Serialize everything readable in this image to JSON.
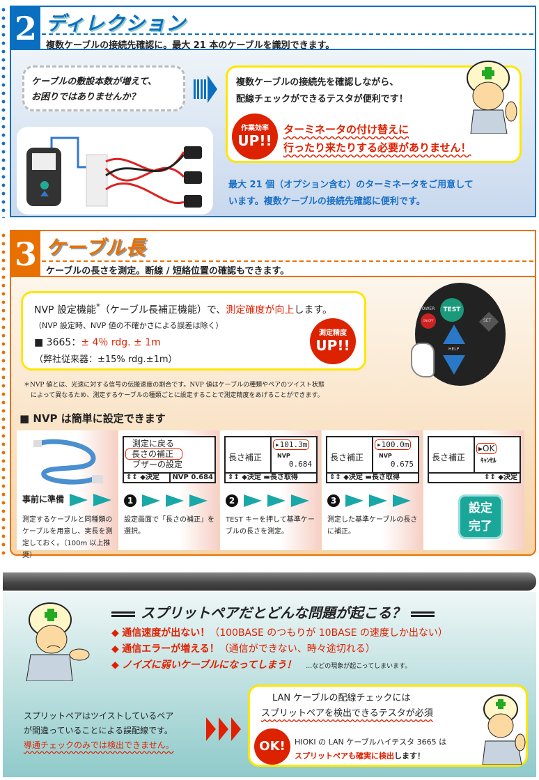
{
  "section2": {
    "number": "2",
    "title": "ディレクション",
    "subtitle": "複数ケーブルの接続先確認に。最大 21 本のケーブルを識別できます。",
    "question": [
      "ケーブルの敷設本数が増えて、",
      "お困りではありませんか？"
    ],
    "answer": [
      "複数ケーブルの接続先を確認しながら、",
      "配線チェックができるテスタが便利です！"
    ],
    "badge": {
      "line1": "作業効率",
      "line2": "UP!!"
    },
    "highlight": [
      "ターミネータの付け替えに",
      "行ったり来たりする必要がありません！"
    ],
    "note": [
      "最大 21 個（オプション含む）のターミネータをご用意して",
      "います。複数ケーブルの接続先確認に便利です。"
    ],
    "accent": "#0a6fc0"
  },
  "section3": {
    "number": "3",
    "title": "ケーブル長",
    "subtitle": "ケーブルの長さを測定。断線 / 短絡位置の確認もできます。",
    "nvp_line": {
      "pre": "NVP 設定機能",
      "star": "*",
      "mid": "（ケーブル長補正機能）で、",
      "red": "測定確度が向上",
      "post": "します。"
    },
    "nvp_note": "（NVP 設定時、NVP 値の不確かさによる誤差は除く）",
    "spec_model": "■ 3665：",
    "spec_value": "± 4％ rdg. ± 1m",
    "spec_old": "（弊社従来器：±15% rdg.±1m）",
    "badge": {
      "line1": "測定精度",
      "line2": "UP!!"
    },
    "controller": {
      "test": "TEST",
      "power": "POWER",
      "onoff": "ON/OFF",
      "set": "SET",
      "help": "HELP"
    },
    "footnote": [
      "＊NVP 値とは、光速に対する信号の伝搬速度の割合です。NVP 値はケーブルの種類やペアのツイスト状態",
      "によって異なるため、測定するケーブルの種類ごとに設定することで測定精度をあげることができます。"
    ],
    "easy_heading": "■ NVP は簡単に設定できます",
    "steps": [
      {
        "label": "事前に準備",
        "desc": "測定するケーブルと同種類のケーブルを用意し、実長を測定しておく。（100m 以上推奨）"
      },
      {
        "num": "1",
        "screen": {
          "menu": [
            "測定に戻る",
            "長さの補正",
            "ブザーの設定"
          ],
          "bar": "⇕↕ ◆決定",
          "nvp": "NVP 0.684"
        },
        "desc": "設定画面で「長さの補正」を選択。"
      },
      {
        "num": "2",
        "screen": {
          "label": "長さ補正",
          "value": "▸101.3m",
          "nvp_label": "NVP",
          "nvp": "0.684",
          "bar": "⇕↕ ◆決定 ▬長さ取得"
        },
        "desc": "TEST キーを押して基準ケーブルの長さを測定。"
      },
      {
        "num": "3",
        "screen": {
          "label": "長さ補正",
          "value": "▸100.0m",
          "nvp_label": "NVP",
          "nvp": "0.675",
          "bar": "⇕↕ ◆決定 ▬長さ取得"
        },
        "desc": "測定した基準ケーブルの長さに補正。"
      },
      {
        "screen": {
          "label": "長さ補正",
          "ok": "▸OK",
          "cancel": "ｷｬﾝｾﾙ",
          "bar": "⇕↕ ◆決定"
        },
        "done": [
          "設定",
          "完了"
        ]
      }
    ],
    "accent": "#e87000"
  },
  "split": {
    "title": "スプリットペアだとどんな問題が起こる？",
    "bullets": [
      {
        "red": "通信速度が出ない！",
        "rest": "（100BASE のつもりが 10BASE の速度しか出ない）"
      },
      {
        "red": "通信エラーが増える！",
        "rest": "（通信ができない、時々途切れる）"
      },
      {
        "red": "ノイズに弱いケーブルになってしまう！",
        "rest": "…などの現象が起こってしまいます。"
      }
    ],
    "explain": [
      "スプリットペアはツイストしているペア",
      "が間違っていることによる誤配線です。"
    ],
    "explain_red": "導通チェックのみでは検出できません。",
    "box_lines": [
      "LAN ケーブルの配線チェックには",
      "スプリットペアを検出できるテスタが必須"
    ],
    "ok": "OK!",
    "hioki": "HIOKI の LAN ケーブルハイテスタ 3665 は",
    "hioki_red": "スプリットペアも確実に検出",
    "hioki_post": "します！"
  }
}
